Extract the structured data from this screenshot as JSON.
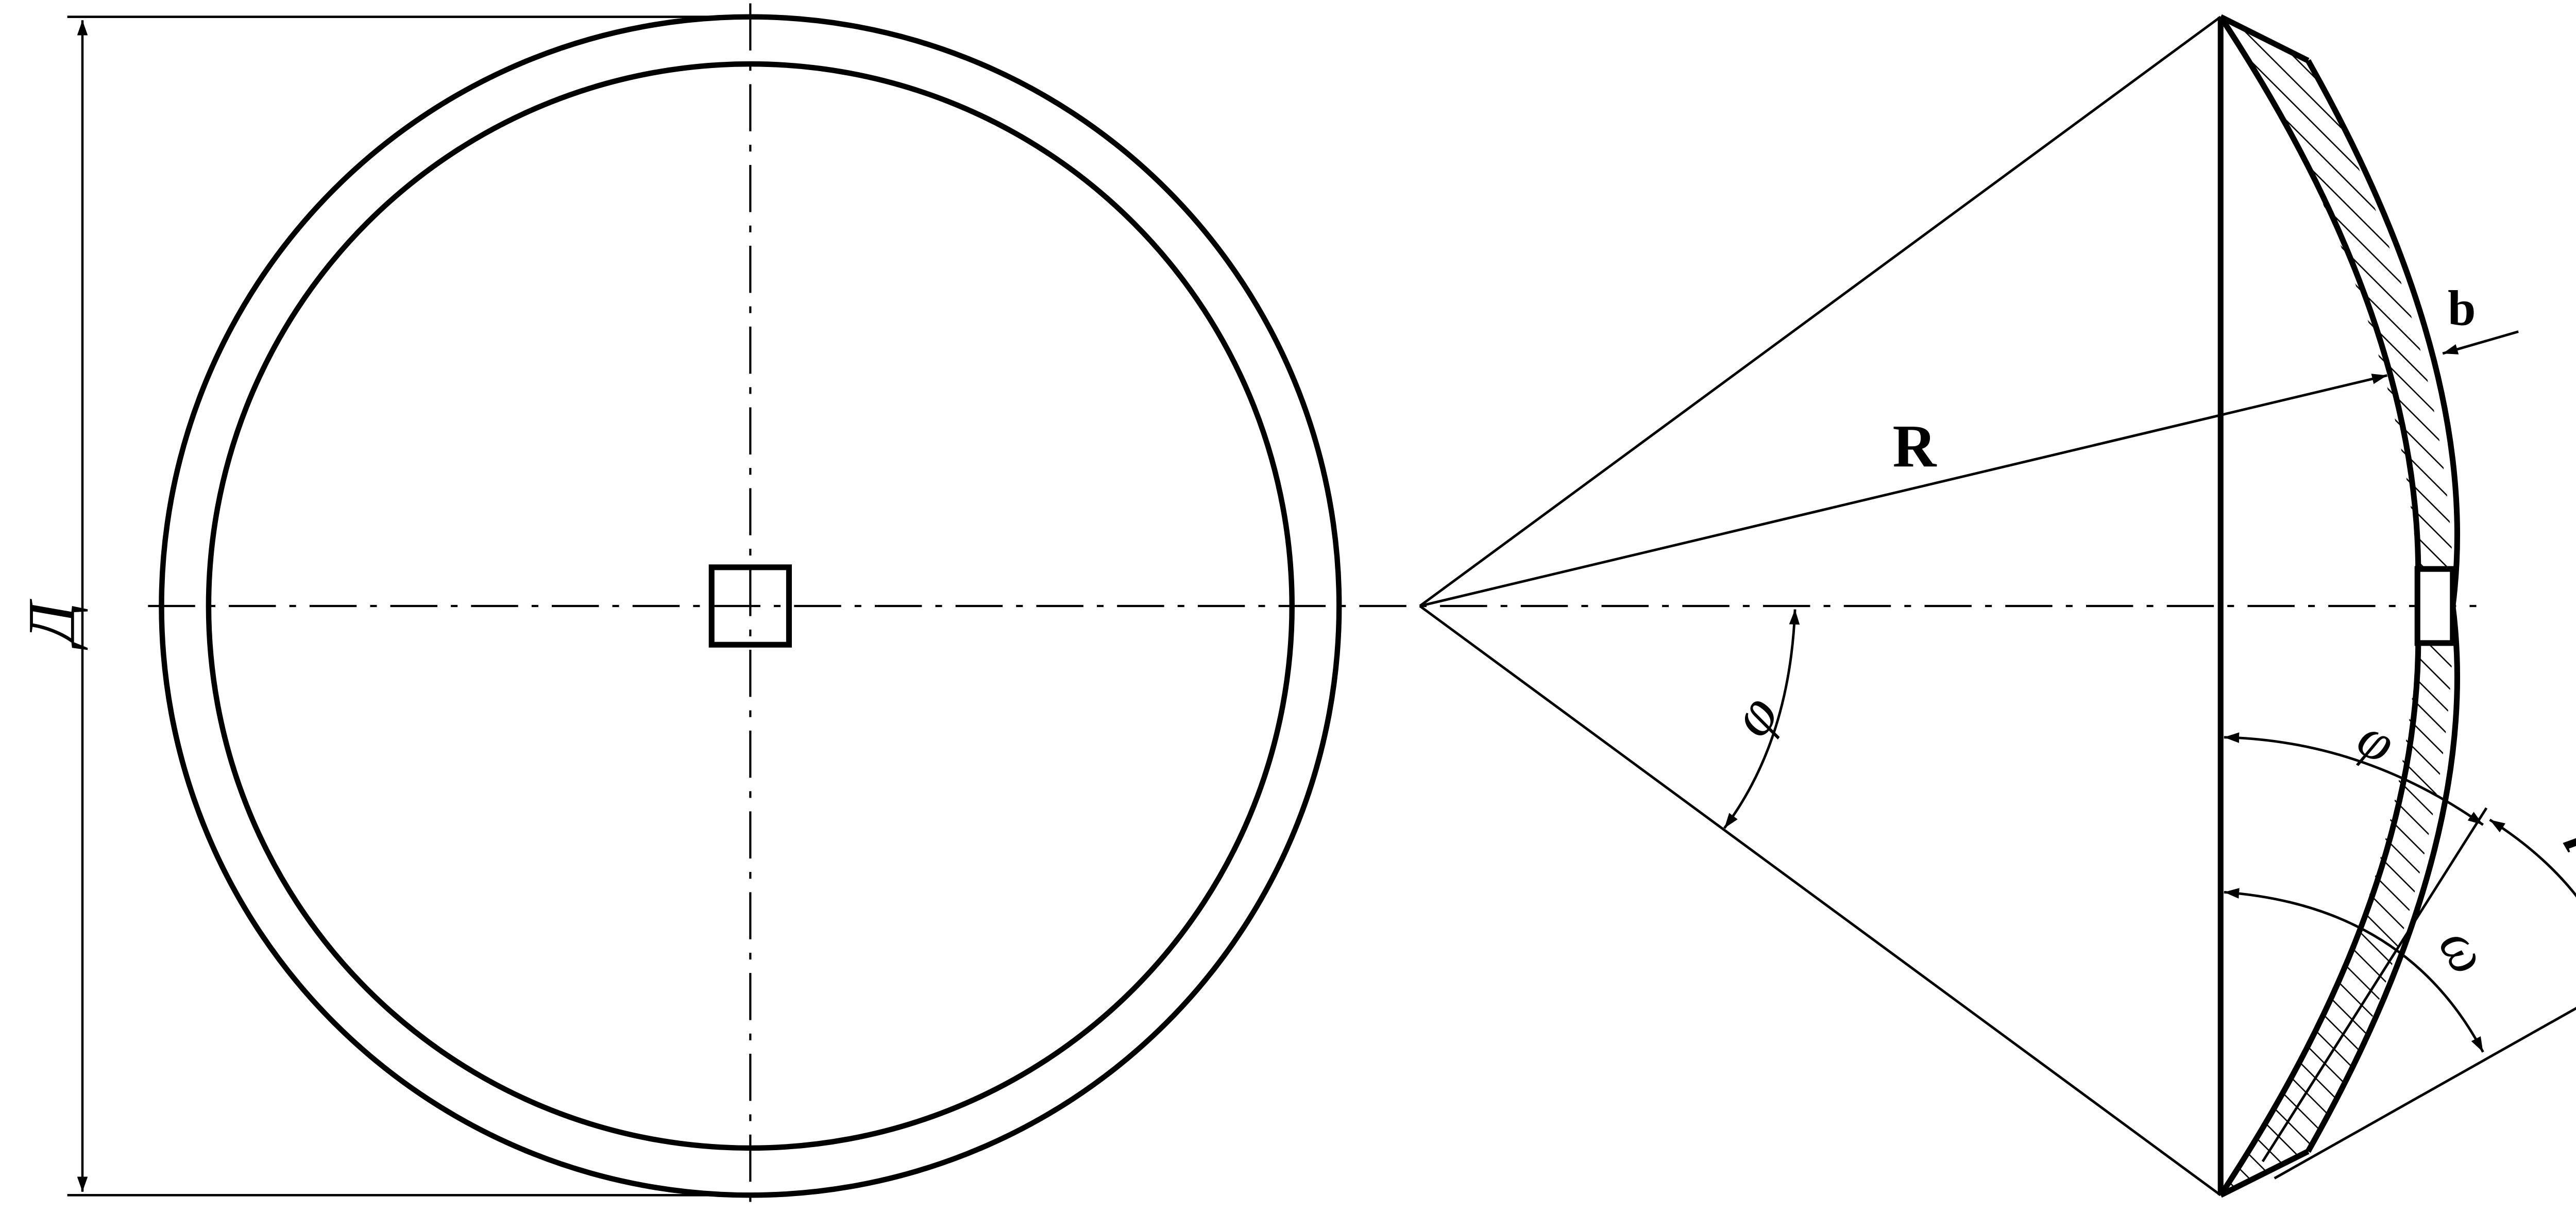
{
  "labels": {
    "diameter": "Д",
    "radius": "R",
    "thickness": "b",
    "phi": "φ",
    "omega": "ω",
    "i": "i"
  }
}
